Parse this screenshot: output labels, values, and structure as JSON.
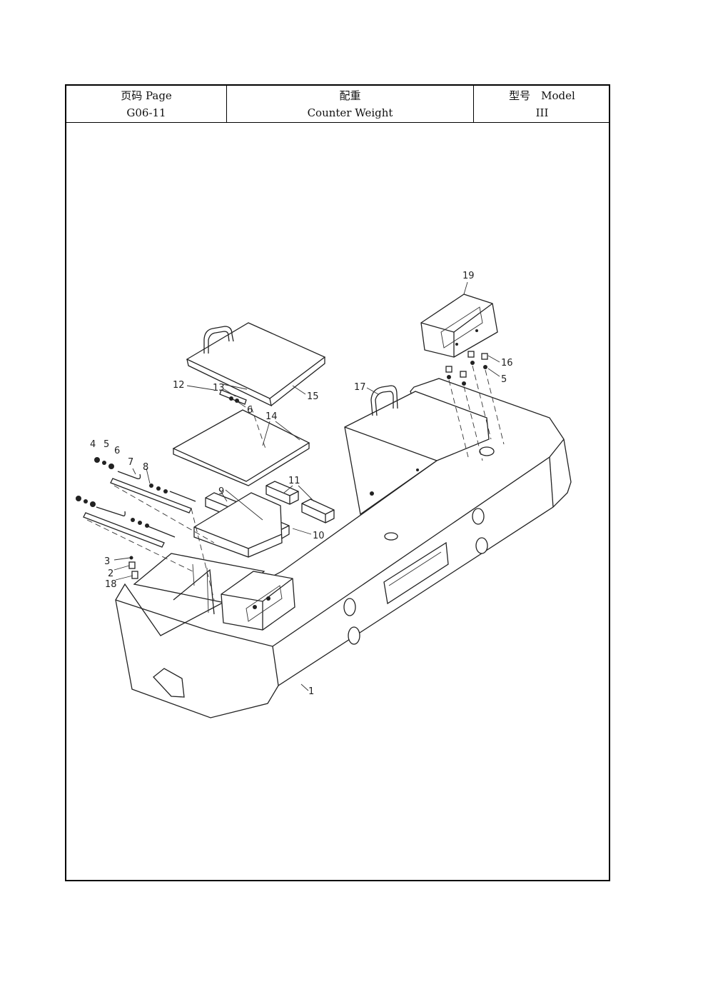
{
  "header": {
    "page_label": "页码 Page",
    "page_value": "G06-11",
    "title_cn": "配重",
    "title_en": "Counter Weight",
    "model_label": "型号　Model",
    "model_value": "III"
  },
  "callouts": [
    "1",
    "2",
    "3",
    "4",
    "5",
    "6",
    "7",
    "8",
    "9",
    "10",
    "11",
    "12",
    "13",
    "14",
    "15",
    "16",
    "17",
    "18",
    "19",
    "5",
    "6"
  ]
}
